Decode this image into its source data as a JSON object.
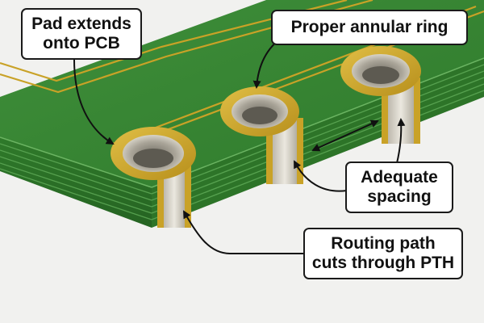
{
  "labels": {
    "pad_extends": [
      "Pad extends",
      "onto PCB"
    ],
    "annular_ring": "Proper annular ring",
    "adequate_spacing": [
      "Adequate",
      "spacing"
    ],
    "routing_path": [
      "Routing path",
      "cuts through PTH"
    ]
  },
  "colors": {
    "pcb_green": "#3f8a38",
    "pcb_edge": "#2f6e2a",
    "copper_gold": "#c9a227",
    "barrel_silver": "#d8d5cc",
    "background": "#f1f1ef",
    "callout_border": "#1a1a1a"
  }
}
